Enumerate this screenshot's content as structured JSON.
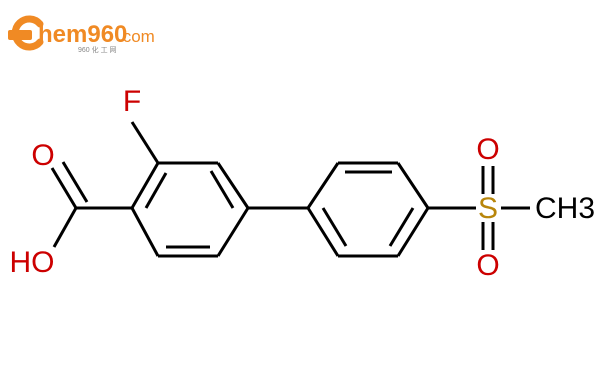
{
  "logo": {
    "main": "hem960",
    "domain": ".com",
    "subtitle": "960 化 工 网"
  },
  "atoms": {
    "fluorine": "F",
    "carbonyl_oxygen": "O",
    "hydroxyl": "HO",
    "sulfur": "S",
    "sulfonyl_oxygen_top": "O",
    "sulfonyl_oxygen_bottom": "O",
    "methyl": "CH3"
  },
  "colors": {
    "bond": "#000000",
    "heteroatom": "#cc0000",
    "sulfur": "#b8860b",
    "logo": "#f08a24"
  }
}
